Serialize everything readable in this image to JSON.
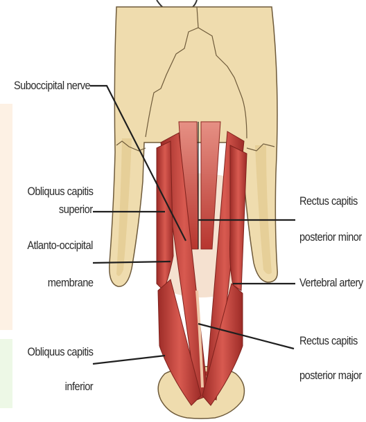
{
  "labels": {
    "suboccipital_nerve": "Suboccipital nerve",
    "obliquus_superior_1": "Obliquus capitis",
    "obliquus_superior_2": "superior",
    "atlanto_occipital_1": "Atlanto-occipital",
    "atlanto_occipital_2": "membrane",
    "obliquus_inferior_1": "Obliquus capitis",
    "obliquus_inferior_2": "inferior",
    "rectus_minor_1": "Rectus capitis",
    "rectus_minor_2": "posterior minor",
    "vertebral_artery": "Vertebral artery",
    "rectus_major_1": "Rectus capitis",
    "rectus_major_2": "posterior major"
  },
  "colors": {
    "bone": "#efdcae",
    "bone_shadow": "#d9bf86",
    "bone_outline": "#6e5a3a",
    "muscle": "#c2403a",
    "muscle_dark": "#9c2b27",
    "muscle_light": "#de7a6e",
    "panel_top": "#fdf1e4",
    "panel_bottom": "#edf8e6",
    "leader": "#1f1f1f"
  }
}
